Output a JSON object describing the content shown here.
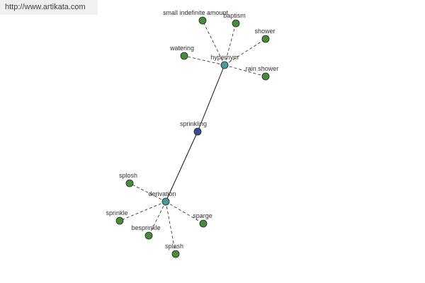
{
  "header": {
    "url": "http://www.artikata.com"
  },
  "colors": {
    "leaf": "#4a8a3c",
    "hub": "#4a9a9a",
    "center": "#3a4a8a"
  },
  "graph": {
    "nodes": [
      {
        "id": "sprinkling",
        "label": "sprinkling",
        "kind": "center"
      },
      {
        "id": "hypernym",
        "label": "hypernym",
        "kind": "hub"
      },
      {
        "id": "derivation",
        "label": "derivation",
        "kind": "hub"
      },
      {
        "id": "small-indefinite-amount",
        "label": "small indefinite amount",
        "kind": "leaf"
      },
      {
        "id": "baptism",
        "label": "baptism",
        "kind": "leaf"
      },
      {
        "id": "shower",
        "label": "shower",
        "kind": "leaf"
      },
      {
        "id": "watering",
        "label": "watering",
        "kind": "leaf"
      },
      {
        "id": "rain-shower",
        "label": "rain shower",
        "kind": "leaf"
      },
      {
        "id": "splosh",
        "label": "splosh",
        "kind": "leaf"
      },
      {
        "id": "sprinkle",
        "label": "sprinkle",
        "kind": "leaf"
      },
      {
        "id": "besprinkle",
        "label": "besprinkle",
        "kind": "leaf"
      },
      {
        "id": "sparge",
        "label": "sparge",
        "kind": "leaf"
      },
      {
        "id": "splash",
        "label": "splash",
        "kind": "leaf"
      }
    ],
    "edges": [
      {
        "from": "sprinkling",
        "to": "hypernym",
        "style": "solid"
      },
      {
        "from": "sprinkling",
        "to": "derivation",
        "style": "solid"
      },
      {
        "from": "hypernym",
        "to": "small-indefinite-amount",
        "style": "dashed"
      },
      {
        "from": "hypernym",
        "to": "baptism",
        "style": "dashed"
      },
      {
        "from": "hypernym",
        "to": "shower",
        "style": "dashed"
      },
      {
        "from": "hypernym",
        "to": "watering",
        "style": "dashed"
      },
      {
        "from": "hypernym",
        "to": "rain-shower",
        "style": "dashed"
      },
      {
        "from": "derivation",
        "to": "splosh",
        "style": "dashed"
      },
      {
        "from": "derivation",
        "to": "sprinkle",
        "style": "dashed"
      },
      {
        "from": "derivation",
        "to": "besprinkle",
        "style": "dashed"
      },
      {
        "from": "derivation",
        "to": "sparge",
        "style": "dashed"
      },
      {
        "from": "derivation",
        "to": "splash",
        "style": "dashed"
      }
    ]
  }
}
